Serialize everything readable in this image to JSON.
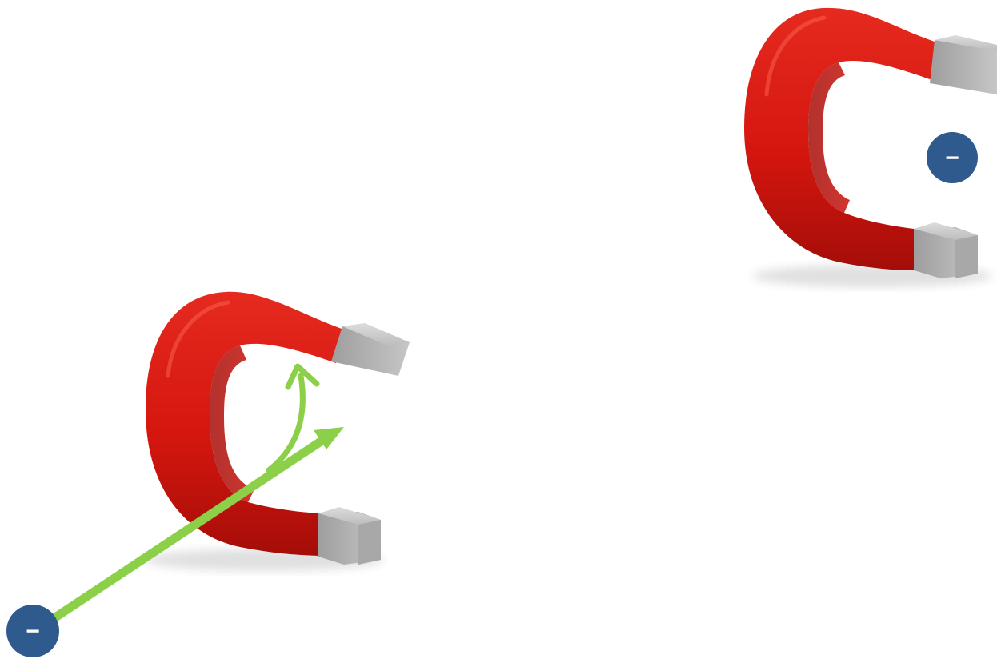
{
  "scene": {
    "background": "#ffffff",
    "magnets": [
      {
        "id": "magnet-left",
        "body_color": "#d4160f",
        "body_shade": "#a50d08",
        "pole_color": "#b9b9b9"
      },
      {
        "id": "magnet-right",
        "body_color": "#d4160f",
        "body_shade": "#a50d08",
        "pole_color": "#b9b9b9"
      }
    ],
    "charges": [
      {
        "id": "charge-left",
        "symbol": "−",
        "color": "#2f5a8e"
      },
      {
        "id": "charge-right",
        "symbol": "−",
        "color": "#2f5a8e"
      }
    ],
    "arrows": {
      "color": "#8cd049",
      "straight": "straight-path-arrow",
      "curved": "curved-path-arrow"
    }
  }
}
